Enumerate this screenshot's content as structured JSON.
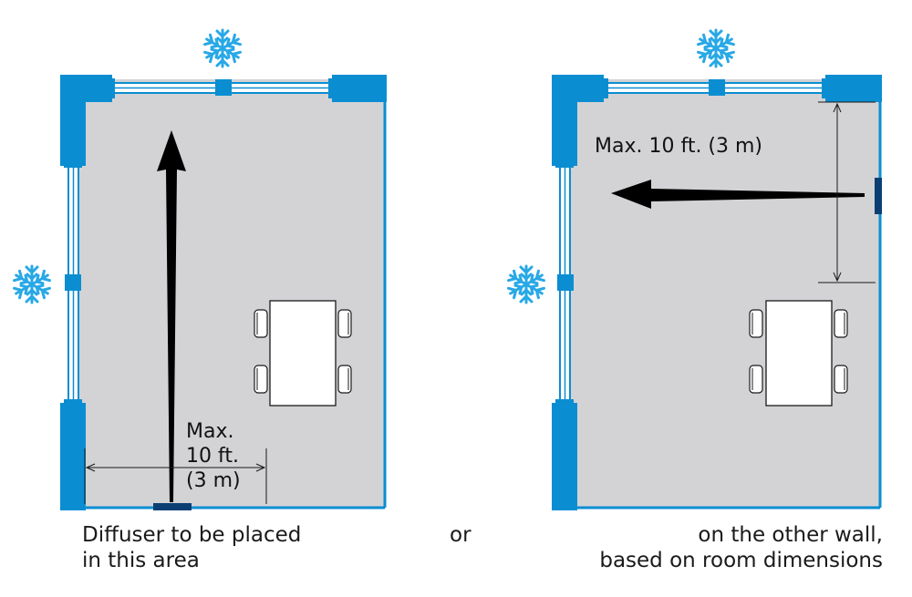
{
  "colors": {
    "wall": "#0a8ed1",
    "floor": "#d3d3d6",
    "diffuser": "#0b3f73",
    "arrow": "#000000",
    "snow": "#28a8e6",
    "furniture": "#ffffff"
  },
  "left_room": {
    "dimension_label": [
      "Max.",
      "10 ft.",
      "(3 m)"
    ],
    "caption": [
      "Diffuser to be placed",
      "in this area"
    ],
    "icons": [
      "snowflake-icon",
      "snowflake-icon"
    ]
  },
  "separator": "or",
  "right_room": {
    "dimension_label": "Max. 10 ft. (3 m)",
    "caption": [
      "on the other wall,",
      "based on room dimensions"
    ],
    "icons": [
      "snowflake-icon",
      "snowflake-icon"
    ]
  }
}
